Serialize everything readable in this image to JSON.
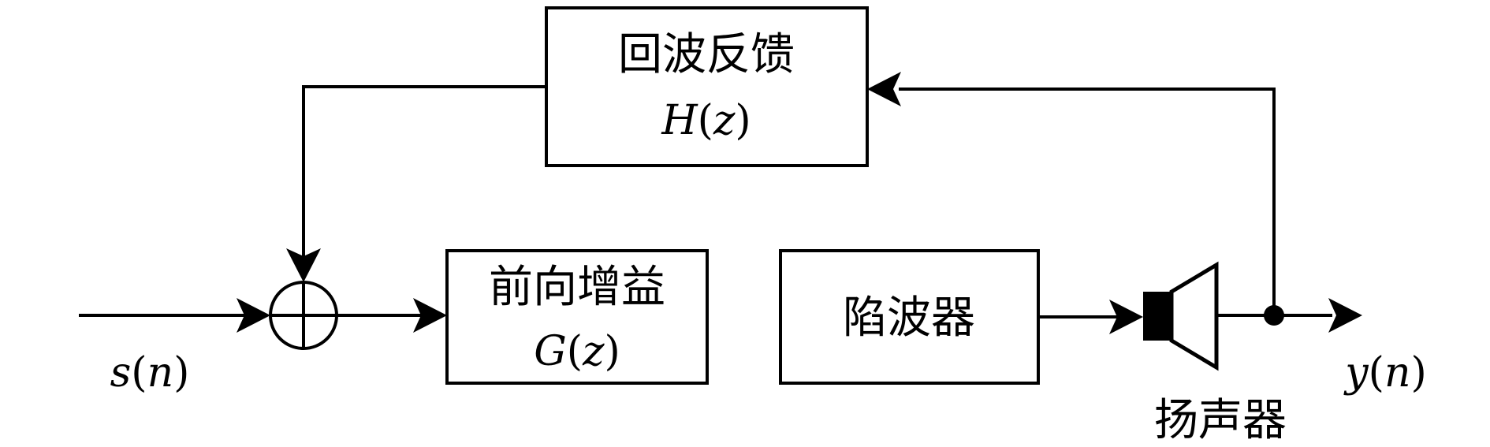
{
  "blocks": {
    "echo_feedback": {
      "title": "回波反馈",
      "func": "H(z)",
      "func_name": "H",
      "func_arg": "z"
    },
    "forward_gain": {
      "title": "前向增益",
      "func": "G(z)",
      "func_name": "G",
      "func_arg": "z"
    },
    "notch_filter": {
      "title": "陷波器"
    }
  },
  "speaker": {
    "label": "扬声器"
  },
  "signals": {
    "input": {
      "func_name": "s",
      "arg": "n"
    },
    "output": {
      "func_name": "y",
      "arg": "n"
    }
  },
  "summing_junction": {
    "symbol": "⊕"
  }
}
